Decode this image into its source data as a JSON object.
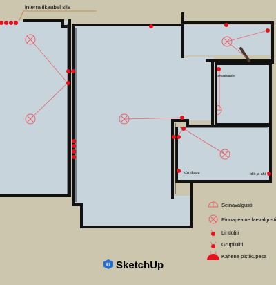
{
  "annotations": {
    "internet_cable": "internetikaabel siia",
    "washer": "pesumasin",
    "fridge": "külmkapp",
    "stove": "pliit ja ahi"
  },
  "legend": {
    "items": [
      {
        "icon": "wall-light-icon",
        "label": "Seinavalgusti"
      },
      {
        "icon": "ceiling-light-icon",
        "label": "Pinnapealne laevalgusti"
      },
      {
        "icon": "single-switch-icon",
        "label": "Lihtlüliti"
      },
      {
        "icon": "group-switch-icon",
        "label": "Grupilüliti"
      },
      {
        "icon": "double-socket-icon",
        "label": "Kahene pistikupesa"
      }
    ]
  },
  "brand": {
    "name": "SketchUp",
    "icon": "sketchup-logo-icon"
  },
  "colors": {
    "background": "#cbc6ad",
    "floor": "#c7d4dc",
    "wall": "#000000",
    "symbol_red": "#e8111a",
    "wire": "#e8616a"
  }
}
